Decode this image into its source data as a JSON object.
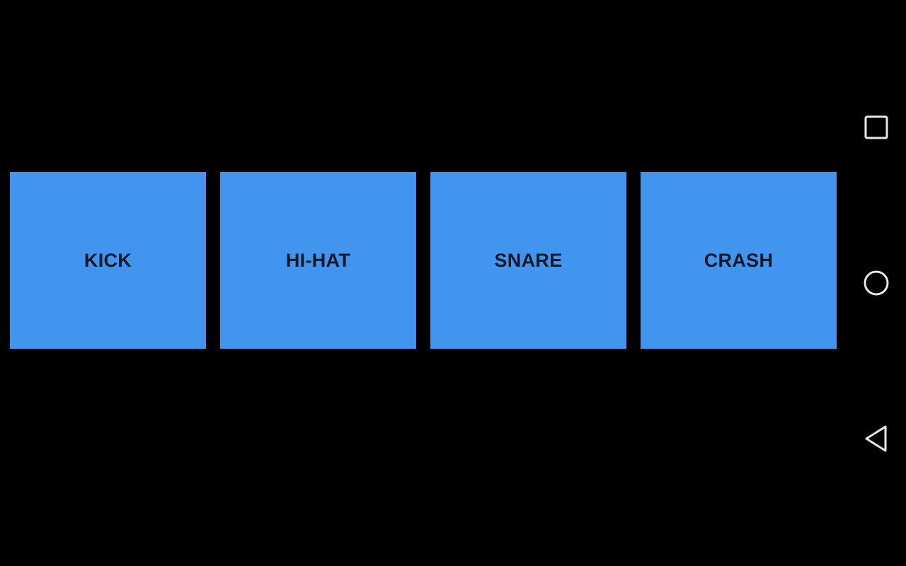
{
  "pads": [
    {
      "label": "KICK"
    },
    {
      "label": "HI-HAT"
    },
    {
      "label": "SNARE"
    },
    {
      "label": "CRASH"
    }
  ],
  "colors": {
    "background": "#000000",
    "pad": "#4295ee",
    "pad_text": "#111827",
    "nav_icon": "#e8e8e8"
  },
  "navigation": {
    "icons": [
      "recents-icon",
      "home-icon",
      "back-icon"
    ]
  }
}
